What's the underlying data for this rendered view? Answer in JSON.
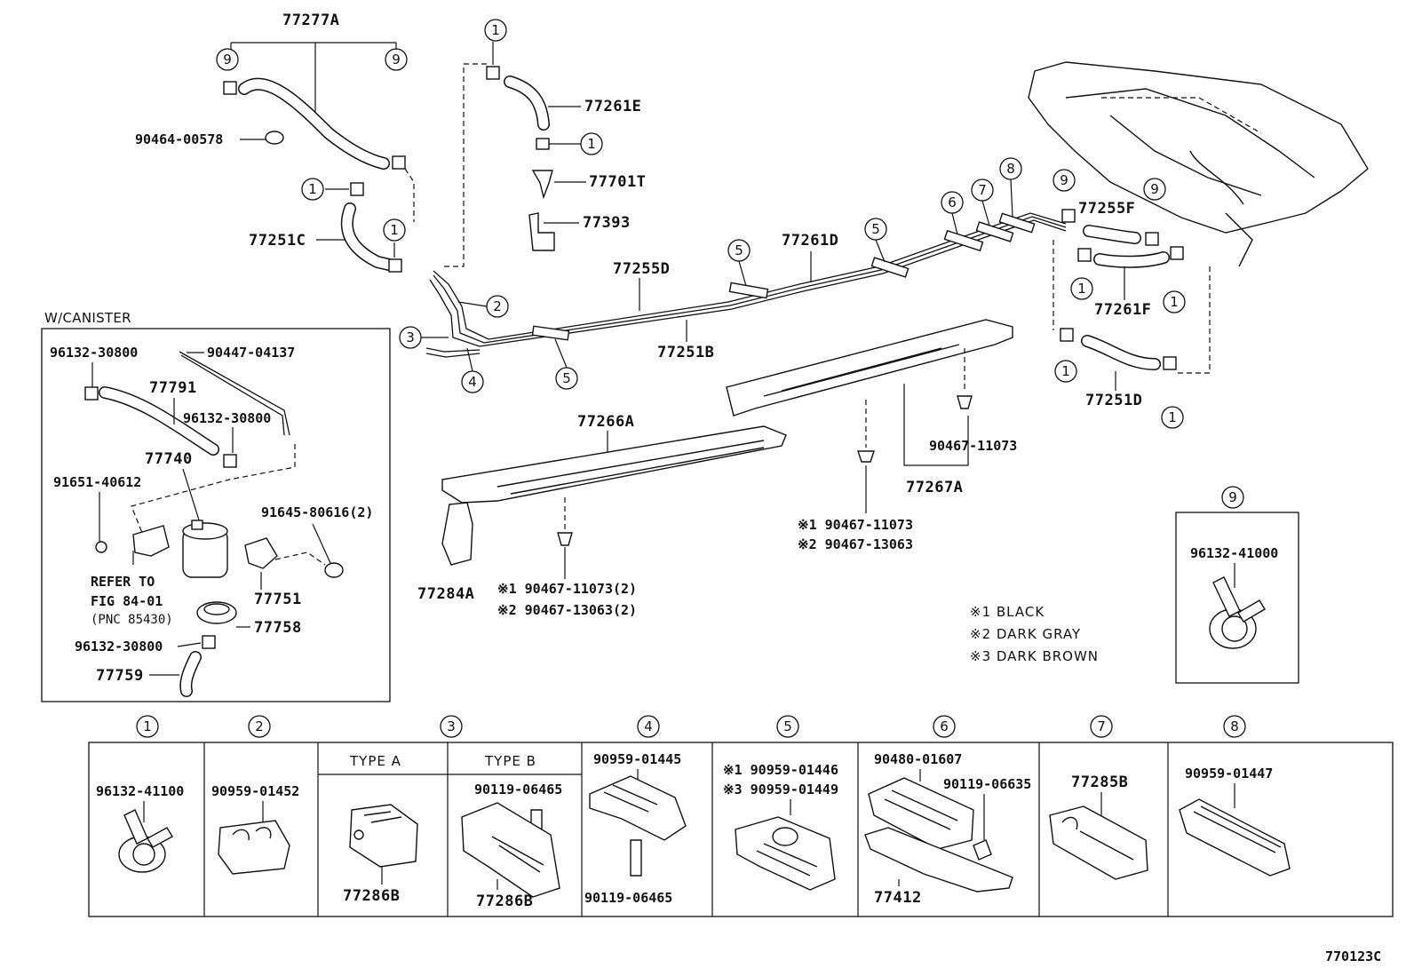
{
  "diagram": {
    "figure_code": "770123C",
    "main_labels": {
      "p77277A": "77277A",
      "p90464": "90464-00578",
      "p77261E": "77261E",
      "p77701T": "77701T",
      "p77393": "77393",
      "p77251C": "77251C",
      "p77255D": "77255D",
      "p77251B": "77251B",
      "p77261D": "77261D",
      "p77255F": "77255F",
      "p77261F": "77261F",
      "p77251D": "77251D",
      "p77266A": "77266A",
      "p77284A": "77284A",
      "p77267A": "77267A",
      "p90467a": "90467-11073",
      "note_b1": "※1 90467-11073",
      "note_b2": "※2 90467-13063",
      "note_c1": "※1 90467-11073(2)",
      "note_c2": "※2 90467-13063(2)"
    },
    "callouts": {
      "c1": "1",
      "c2": "2",
      "c3": "3",
      "c4": "4",
      "c5": "5",
      "c6": "6",
      "c7": "7",
      "c8": "8",
      "c9": "9"
    },
    "canister": {
      "title": "W/CANISTER",
      "p96132a": "96132-30800",
      "p90447": "90447-04137",
      "p77791": "77791",
      "p96132b": "96132-30800",
      "p77740": "77740",
      "p91651": "91651-40612",
      "p91645": "91645-80616(2)",
      "refer1": "REFER TO",
      "refer2": "FIG 84-01",
      "refer3": "(PNC 85430)",
      "p77751": "77751",
      "p77758": "77758",
      "p96132c": "96132-30800",
      "p77759": "77759"
    },
    "legend": {
      "l1": "※1  BLACK",
      "l2": "※2  DARK  GRAY",
      "l3": "※3  DARK  BROWN"
    },
    "detail9": {
      "part": "96132-41000"
    },
    "table": {
      "cell1": "96132-41100",
      "cell2": "90959-01452",
      "typeA": "TYPE  A",
      "typeB": "TYPE  B",
      "cell3a": "77286B",
      "cell3b_top": "90119-06465",
      "cell3b": "77286B",
      "cell4_top": "90959-01445",
      "cell4_bot": "90119-06465",
      "cell5a": "※1 90959-01446",
      "cell5b": "※3 90959-01449",
      "cell6_top": "90480-01607",
      "cell6_mid": "90119-06635",
      "cell6_bot": "77412",
      "cell7": "77285B",
      "cell8": "90959-01447"
    }
  }
}
